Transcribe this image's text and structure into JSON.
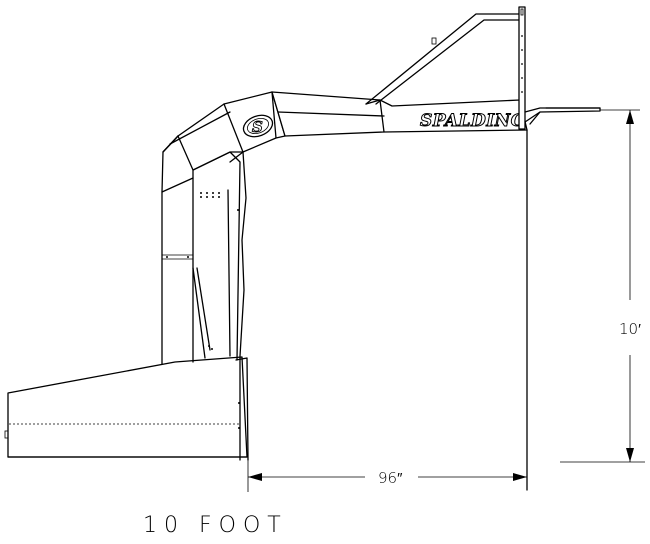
{
  "diagram": {
    "brand_name": "SPALDING",
    "logo_letter": "S",
    "height_dimension": "10′",
    "width_dimension": "96″",
    "caption": "10 FOOT",
    "line_color": "#000000",
    "background_color": "#ffffff"
  }
}
